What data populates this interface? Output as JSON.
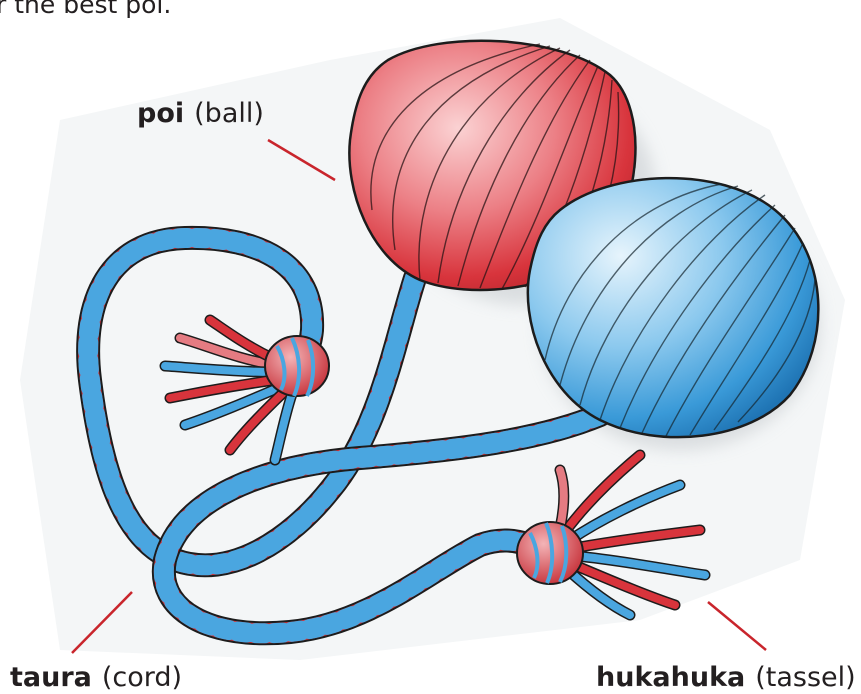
{
  "intro_text": "r the best poi.",
  "labels": {
    "poi": {
      "term": "poi",
      "gloss": "(ball)"
    },
    "taura": {
      "term": "taura",
      "gloss": "(cord)"
    },
    "hukahuka": {
      "term": "hukahuka",
      "gloss": "(tassel)"
    }
  },
  "colors": {
    "red": "#d8343c",
    "red_light": "#f2a0a4",
    "blue": "#3a9ad8",
    "blue_light": "#cbe7f7",
    "leader": "#c9252c",
    "text": "#231f20",
    "outline": "#1c1c1c"
  }
}
